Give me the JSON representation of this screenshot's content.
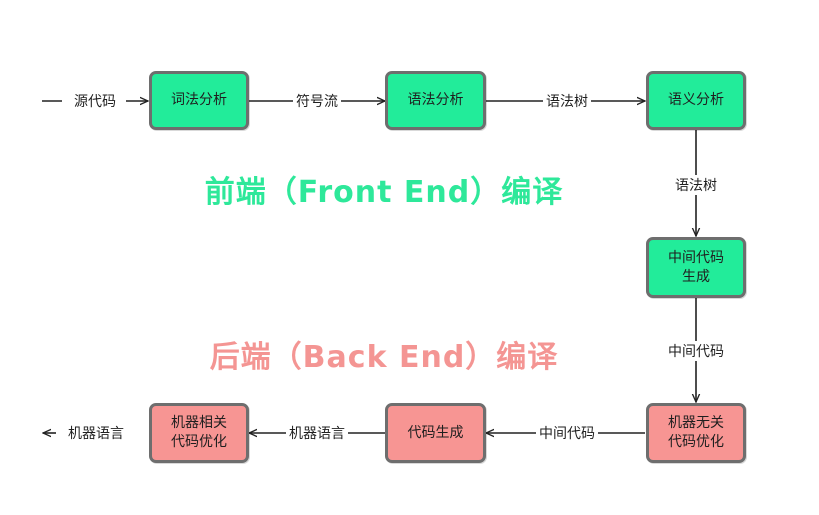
{
  "colors": {
    "front_fill": "#22ec9a",
    "back_fill": "#f79593",
    "box_border": "#6e6e6e",
    "front_title": "#2ee89a",
    "back_title": "#f49593",
    "arrow": "#222222"
  },
  "titles": {
    "front": "前端（Front End）编译",
    "back": "后端（Back End）编译"
  },
  "nodes": {
    "lexical": "词法分析",
    "syntax": "语法分析",
    "semantic": "语义分析",
    "ir_gen_line1": "中间代码",
    "ir_gen_line2": "生成",
    "ir_opt_line1": "机器无关",
    "ir_opt_line2": "代码优化",
    "codegen": "代码生成",
    "mc_opt_line1": "机器相关",
    "mc_opt_line2": "代码优化"
  },
  "edges": {
    "source_code": "源代码",
    "token_stream": "符号流",
    "syntax_tree_1": "语法树",
    "syntax_tree_2": "语法树",
    "ir_1": "中间代码",
    "ir_2": "中间代码",
    "machine_lang_1": "机器语言",
    "machine_lang_2": "机器语言"
  }
}
